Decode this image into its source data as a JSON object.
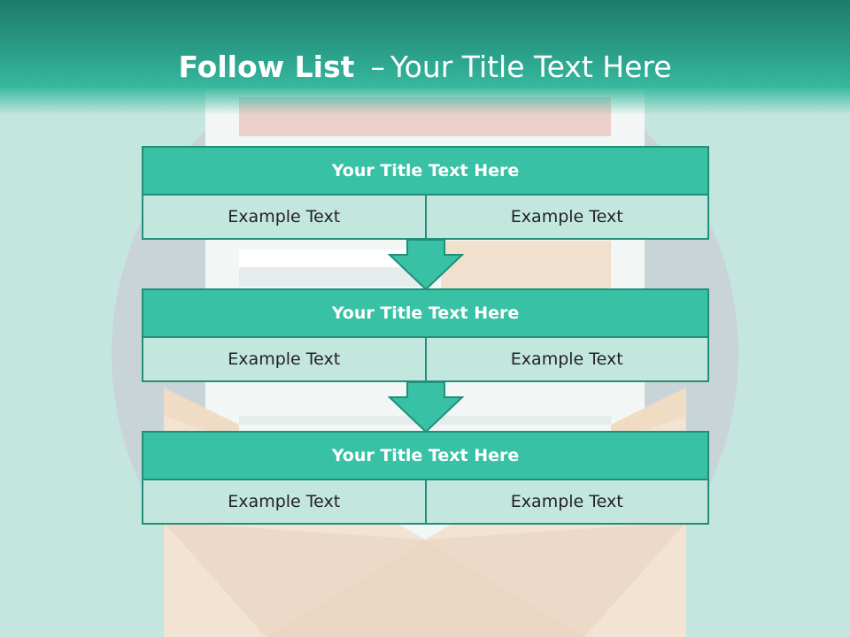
{
  "slide": {
    "title_bold": "Follow List",
    "title_sep": "–",
    "title_rest": "Your Title Text Here"
  },
  "blocks": [
    {
      "title": "Your Title Text Here",
      "left": "Example Text",
      "right": "Example Text"
    },
    {
      "title": "Your Title Text Here",
      "left": "Example Text",
      "right": "Example Text"
    },
    {
      "title": "Your Title Text Here",
      "left": "Example Text",
      "right": "Example Text"
    }
  ],
  "colors": {
    "background": "#c4e6de",
    "header": "#1e7b6a",
    "accent": "#38c1a5",
    "border": "#1f9079",
    "cell": "#c3e7de"
  }
}
